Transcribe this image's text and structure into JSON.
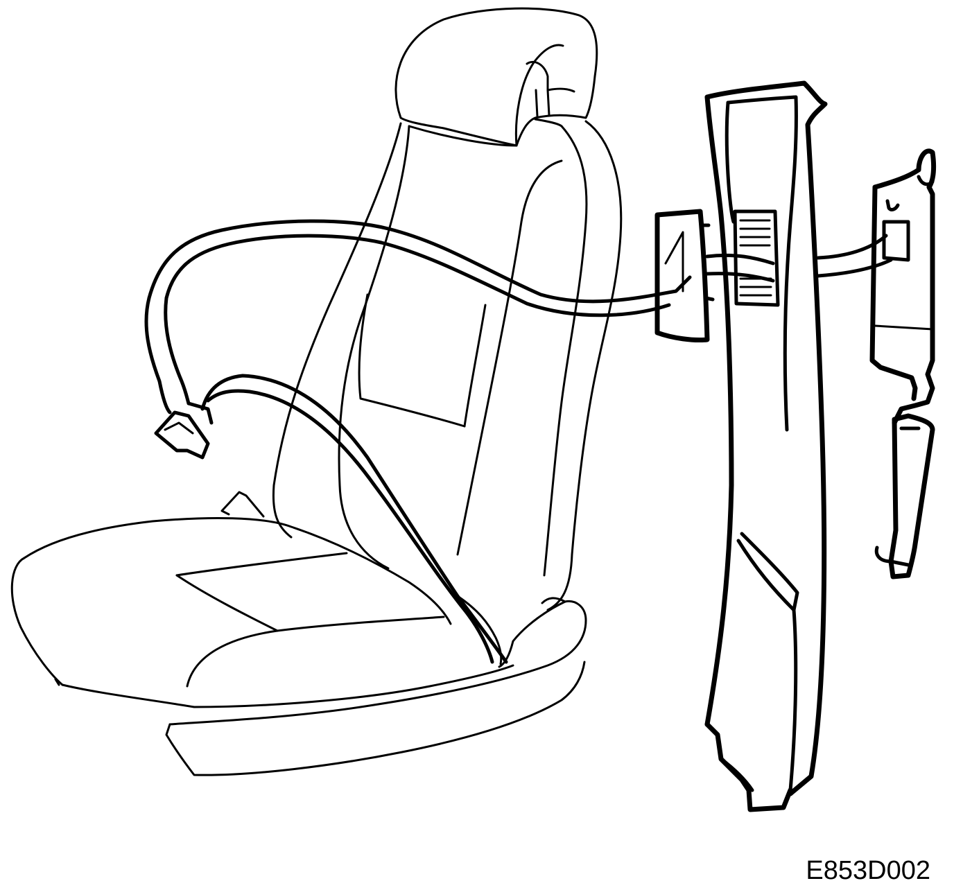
{
  "figure": {
    "reference_code": "E853D002",
    "parts": [
      {
        "name": "seat-assembly",
        "icon": "seat-icon"
      },
      {
        "name": "seat-belt-webbing",
        "icon": "belt-icon"
      },
      {
        "name": "belt-guide",
        "icon": "guide-icon"
      },
      {
        "name": "b-pillar-trim",
        "icon": "pillar-trim-icon"
      },
      {
        "name": "belt-retractor",
        "icon": "retractor-icon"
      }
    ],
    "colors": {
      "line": "#000000",
      "background": "#ffffff"
    }
  }
}
